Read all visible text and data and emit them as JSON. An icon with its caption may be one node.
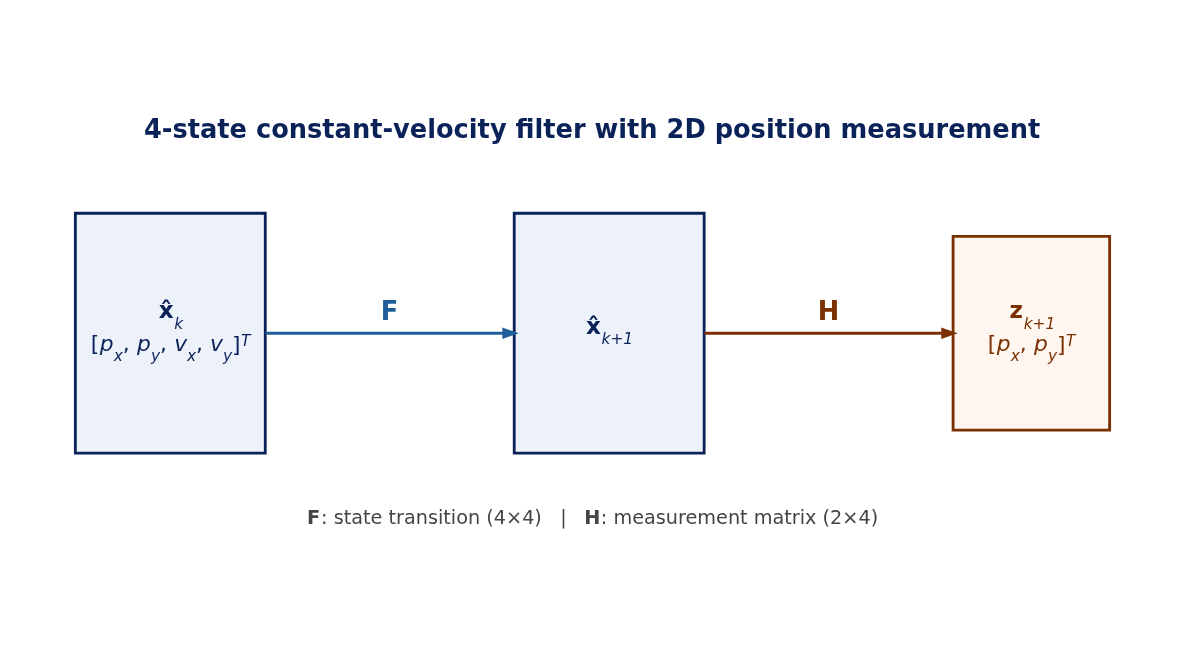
{
  "diagram": {
    "title": "4-state constant-velocity filter with 2D position measurement",
    "caption": "**F**: state transition (4×4)   |   **H**: measurement matrix (2×4)",
    "nodes": [
      {
        "text": [
          "**x̂**$_{k}$",
          "[*p*$_{x}$, *p*$_{y}$, *v*$_{x}$, *v*$_{y}$]$^{T}$"
        ]
      },
      {
        "text": [
          "**x̂**$_{k+1}$"
        ]
      },
      {
        "text": [
          "**z**$_{k+1}$",
          "[*p*$_{x}$, *p*$_{y}$]$^{T}$"
        ]
      }
    ],
    "edges": [
      {
        "from": 0,
        "to": 1,
        "arrow": "to",
        "label": "F",
        "color": "#1f5f99"
      },
      {
        "from": 1,
        "to": 2,
        "arrow": "to",
        "label": "H",
        "color": "#7a3000"
      }
    ]
  }
}
